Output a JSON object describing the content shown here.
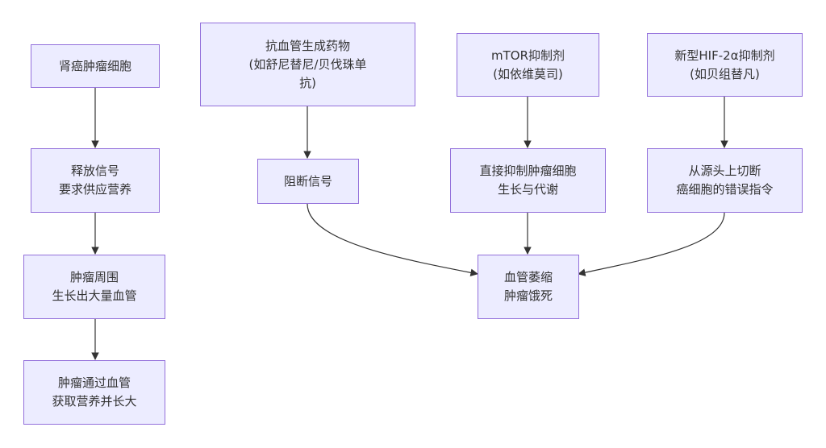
{
  "colors": {
    "node_fill": "#ececff",
    "node_border": "#9370db",
    "edge": "#333333",
    "text": "#333333"
  },
  "nodes": {
    "tumor_cell": {
      "lines": [
        "肾癌肿瘤细胞"
      ]
    },
    "release_signal": {
      "lines": [
        "释放信号",
        "要求供应营养"
      ]
    },
    "vessel_growth": {
      "lines": [
        "肿瘤周围",
        "生长出大量血管"
      ]
    },
    "tumor_nutrition": {
      "lines": [
        "肿瘤通过血管",
        "获取营养并长大"
      ]
    },
    "anti_angio_drug": {
      "lines": [
        "抗血管生成药物",
        "(如舒尼替尼/贝伐珠单",
        "抗)"
      ]
    },
    "block_signal": {
      "lines": [
        "阻断信号"
      ]
    },
    "mtor_inhibitor": {
      "lines": [
        "mTOR抑制剂",
        "(如依维莫司)"
      ]
    },
    "inhibit_growth": {
      "lines": [
        "直接抑制肿瘤细胞",
        "生长与代谢"
      ]
    },
    "hif_inhibitor": {
      "lines": [
        "新型HIF-2α抑制剂",
        "(如贝组替凡)"
      ]
    },
    "cut_source": {
      "lines": [
        "从源头上切断",
        "癌细胞的错误指令"
      ]
    },
    "vessel_atrophy": {
      "lines": [
        "血管萎缩",
        "肿瘤饿死"
      ]
    }
  },
  "edges": [
    {
      "from": "tumor_cell",
      "to": "release_signal"
    },
    {
      "from": "release_signal",
      "to": "vessel_growth"
    },
    {
      "from": "vessel_growth",
      "to": "tumor_nutrition"
    },
    {
      "from": "anti_angio_drug",
      "to": "block_signal"
    },
    {
      "from": "mtor_inhibitor",
      "to": "inhibit_growth"
    },
    {
      "from": "hif_inhibitor",
      "to": "cut_source"
    },
    {
      "from": "block_signal",
      "to": "vessel_atrophy"
    },
    {
      "from": "inhibit_growth",
      "to": "vessel_atrophy"
    },
    {
      "from": "cut_source",
      "to": "vessel_atrophy"
    }
  ]
}
